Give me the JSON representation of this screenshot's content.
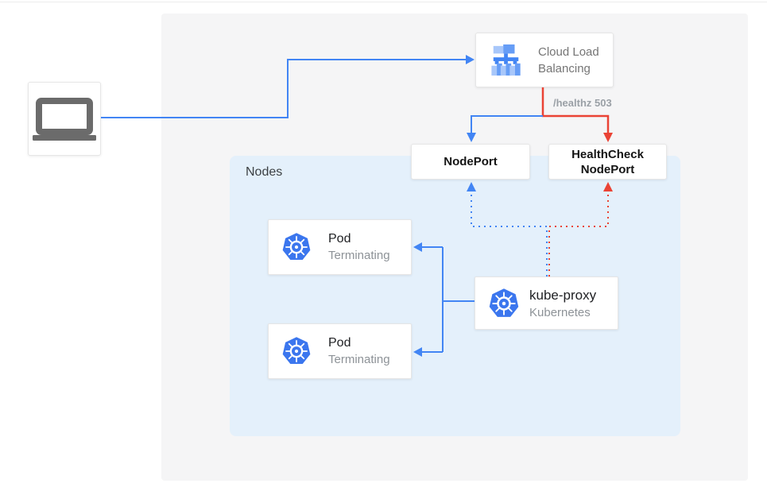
{
  "nodes": {
    "cloud_lb": {
      "label": "Cloud Load Balancing"
    },
    "nodeport": {
      "label": "NodePort"
    },
    "healthcheck_nodeport": {
      "label": "HealthCheck NodePort"
    },
    "nodes_group": {
      "label": "Nodes"
    },
    "pods": [
      {
        "title": "Pod",
        "status": "Terminating"
      },
      {
        "title": "Pod",
        "status": "Terminating"
      }
    ],
    "kube_proxy": {
      "title": "kube-proxy",
      "subtitle": "Kubernetes"
    }
  },
  "edges": {
    "healthz_label": "/healthz 503"
  },
  "icons": {
    "client": "laptop-icon",
    "cloud_lb": "load-balancer-icon",
    "pods": "kubernetes-icon",
    "kube_proxy": "kubernetes-icon"
  },
  "colors": {
    "edge_blue": "#4285f4",
    "edge_red": "#ea4335",
    "canvas_background": "#f5f5f6",
    "nodes_group_fill": "#e4f0fb",
    "kubernetes_blue": "#3b76ee",
    "load_balancer_blue_light": "#a8c7fa",
    "load_balancer_blue_medium": "#669df6",
    "text_primary": "#202124",
    "text_secondary": "#8d9297",
    "healthz_text": "#9aa0a6"
  }
}
